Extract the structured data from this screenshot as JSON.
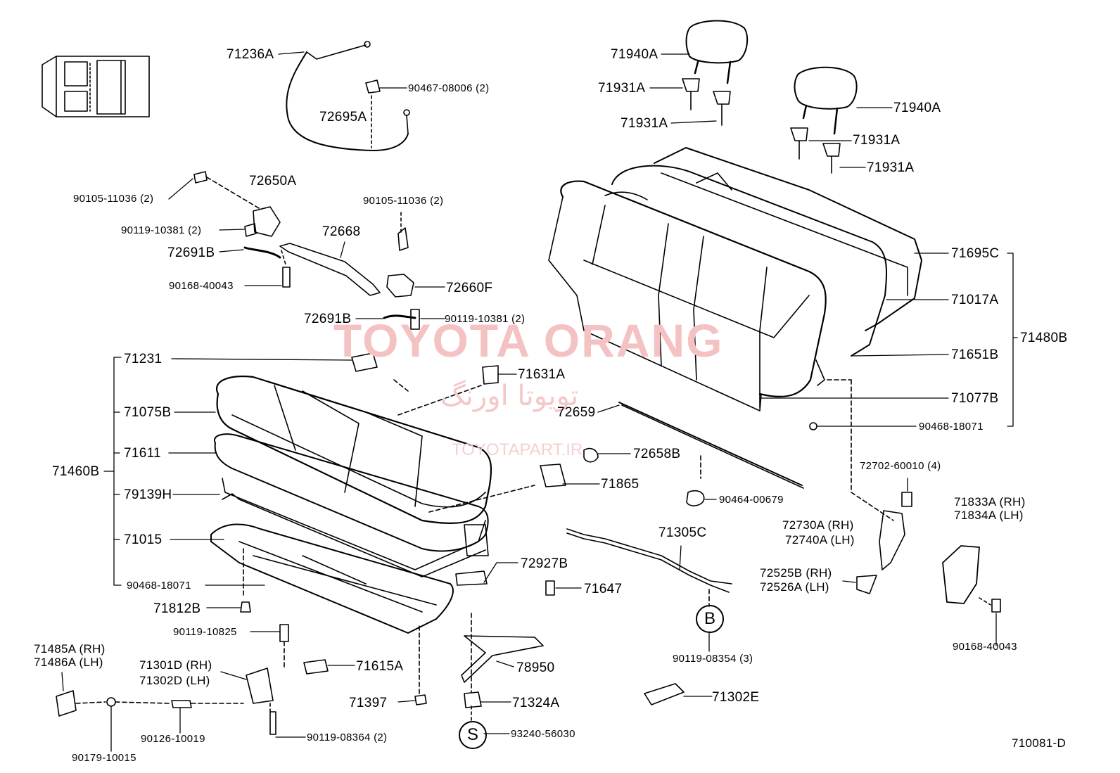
{
  "diagram_code": "710081-D",
  "watermark": {
    "brand": "TOYOTA ORANG",
    "arabic": "تویوتا اورنگ",
    "url": "TOYOTAPART.IR"
  },
  "symbols": {
    "b": "B",
    "s": "S"
  },
  "parts": {
    "p71236A": "71236A",
    "p90467": "90467-08006 (2)",
    "p72695A": "72695A",
    "p72650A": "72650A",
    "p90105a": "90105-11036 (2)",
    "p90105b": "90105-11036 (2)",
    "p90119a": "90119-10381 (2)",
    "p72668": "72668",
    "p72691Ba": "72691B",
    "p90168a": "90168-40043",
    "p72660F": "72660F",
    "p72691Bb": "72691B",
    "p90119b": "90119-10381 (2)",
    "p71940Aa": "71940A",
    "p71931Aa": "71931A",
    "p71931Ab": "71931A",
    "p71940Ab": "71940A",
    "p71931Ac": "71931A",
    "p71931Ad": "71931A",
    "p71695C": "71695C",
    "p71017A": "71017A",
    "p71480B": "71480B",
    "p71651B": "71651B",
    "p71077B": "71077B",
    "p90468b": "90468-18071",
    "p71231": "71231",
    "p71631A": "71631A",
    "p71075B": "71075B",
    "p72659": "72659",
    "p71611": "71611",
    "p72658B": "72658B",
    "p71460B": "71460B",
    "p79139H": "79139H",
    "p71865": "71865",
    "p90464": "90464-00679",
    "p72702": "72702-60010 (4)",
    "p71833A": "71833A (RH)",
    "p71834A": "71834A (LH)",
    "p72730A": "72730A (RH)",
    "p72740A": "72740A (LH)",
    "p71015": "71015",
    "p71305C": "71305C",
    "p72927B": "72927B",
    "p72525B": "72525B (RH)",
    "p72526A": "72526A (LH)",
    "p90468a": "90468-18071",
    "p71647": "71647",
    "p71812B": "71812B",
    "p90119c": "90119-10825",
    "p90119d": "90119-08354 (3)",
    "p90168b": "90168-40043",
    "p71485A": "71485A (RH)",
    "p71486A": "71486A (LH)",
    "p71301D": "71301D (RH)",
    "p71302D": "71302D (LH)",
    "p71615A": "71615A",
    "p78950": "78950",
    "p71397": "71397",
    "p71324A": "71324A",
    "p71302E": "71302E",
    "p90126": "90126-10019",
    "p90119e": "90119-08364 (2)",
    "p93240": "93240-56030",
    "p90179": "90179-10015"
  }
}
